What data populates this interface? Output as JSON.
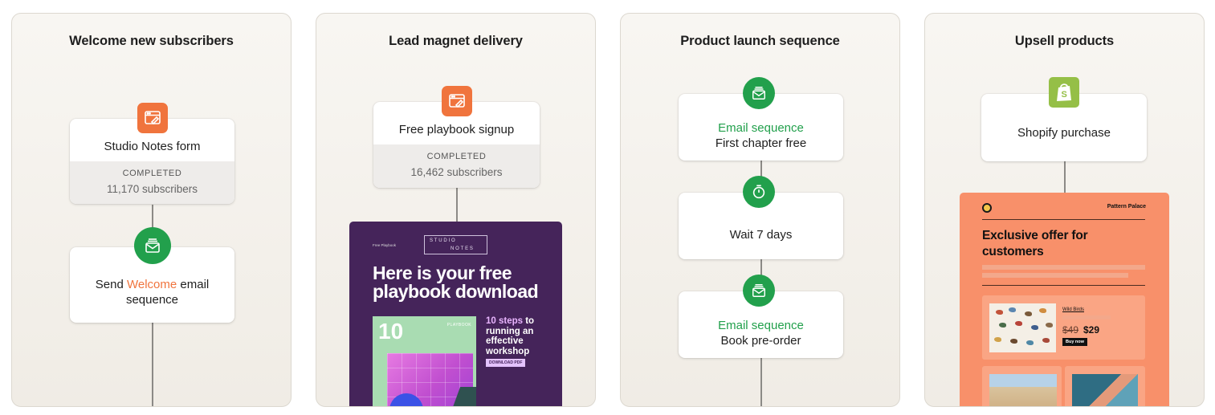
{
  "panels": [
    {
      "title": "Welcome new subscribers",
      "trigger": {
        "icon": "form-icon",
        "label": "Studio Notes form",
        "status": "COMPLETED",
        "count": "11,170 subscribers"
      },
      "action": {
        "icon": "email-icon",
        "before": "Send ",
        "highlight": "Welcome",
        "after": " email",
        "line2": "sequence"
      }
    },
    {
      "title": "Lead magnet delivery",
      "trigger": {
        "icon": "form-icon",
        "label": "Free playbook signup",
        "status": "COMPLETED",
        "count": "16,462 subscribers"
      },
      "preview": {
        "tag": "Free Playbook",
        "logo_top": "STUDIO",
        "logo_bottom": "NOTES",
        "headline": "Here is your free playbook download",
        "book_number": "10",
        "book_tag": "PLAYBOOK",
        "steps_highlight": "10 steps",
        "steps_rest": " to running an effective workshop",
        "button": "DOWNLOAD PDF"
      }
    },
    {
      "title": "Product launch sequence",
      "steps": [
        {
          "icon": "email-icon",
          "kind": "Email sequence",
          "label": "First chapter free"
        },
        {
          "icon": "timer-icon",
          "label": "Wait 7 days"
        },
        {
          "icon": "email-icon",
          "kind": "Email sequence",
          "label": "Book pre-order"
        }
      ]
    },
    {
      "title": "Upsell products",
      "trigger": {
        "icon": "shopify-icon",
        "label": "Shopify purchase"
      },
      "preview": {
        "brand": "Pattern Palace",
        "headline": "Exclusive offer for customers",
        "product_name": "Wild Birds",
        "old_price": "$49",
        "new_price": "$29",
        "button": "Buy now"
      }
    }
  ],
  "colors": {
    "accent_green": "#22a04c",
    "accent_orange": "#f0743d",
    "lead_purple": "#45245a",
    "upsell_coral": "#f8906a"
  }
}
